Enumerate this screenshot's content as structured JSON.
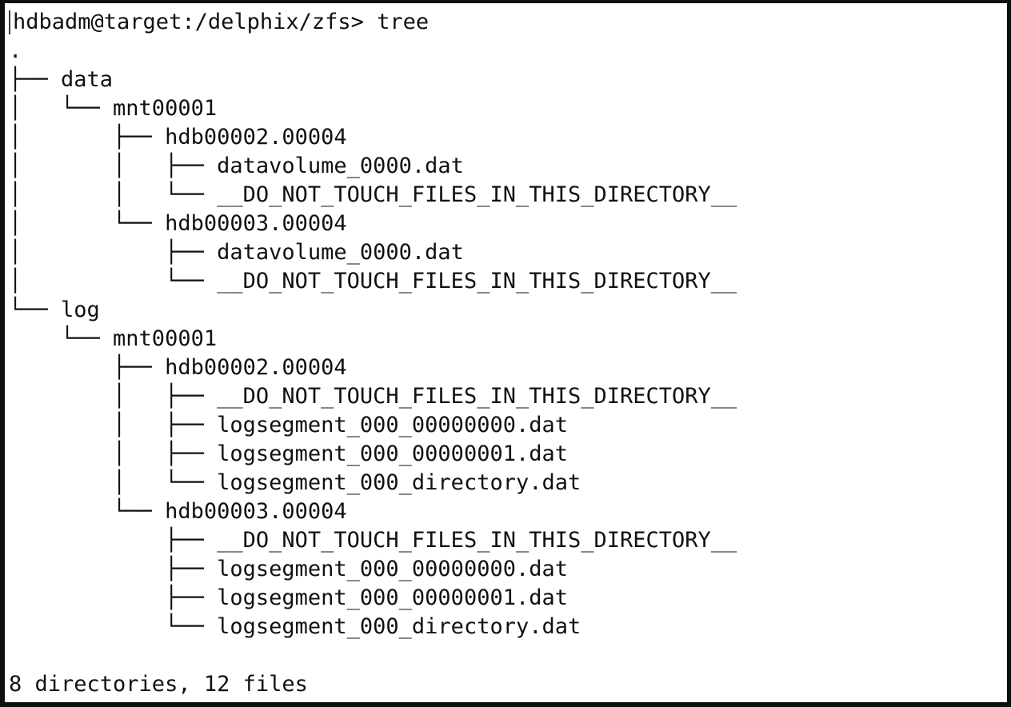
{
  "colors": {
    "background": "#ffffff",
    "text": "#111111",
    "border": "#0f0f0f"
  },
  "terminal": {
    "prompt_line": "hdbadm@target:/delphix/zfs> tree",
    "prompt": {
      "user": "hdbadm",
      "host": "target",
      "cwd": "/delphix/zfs",
      "command": "tree"
    },
    "output_lines": [
      ".",
      "├── data",
      "│   └── mnt00001",
      "│       ├── hdb00002.00004",
      "│       │   ├── datavolume_0000.dat",
      "│       │   └── __DO_NOT_TOUCH_FILES_IN_THIS_DIRECTORY__",
      "│       └── hdb00003.00004",
      "│           ├── datavolume_0000.dat",
      "│           └── __DO_NOT_TOUCH_FILES_IN_THIS_DIRECTORY__",
      "└── log",
      "    └── mnt00001",
      "        ├── hdb00002.00004",
      "        │   ├── __DO_NOT_TOUCH_FILES_IN_THIS_DIRECTORY__",
      "        │   ├── logsegment_000_00000000.dat",
      "        │   ├── logsegment_000_00000001.dat",
      "        │   └── logsegment_000_directory.dat",
      "        └── hdb00003.00004",
      "            ├── __DO_NOT_TOUCH_FILES_IN_THIS_DIRECTORY__",
      "            ├── logsegment_000_00000000.dat",
      "            ├── logsegment_000_00000001.dat",
      "            └── logsegment_000_directory.dat",
      ""
    ],
    "summary_line": "8 directories, 12 files",
    "stats": {
      "directories": 8,
      "files": 12
    }
  }
}
